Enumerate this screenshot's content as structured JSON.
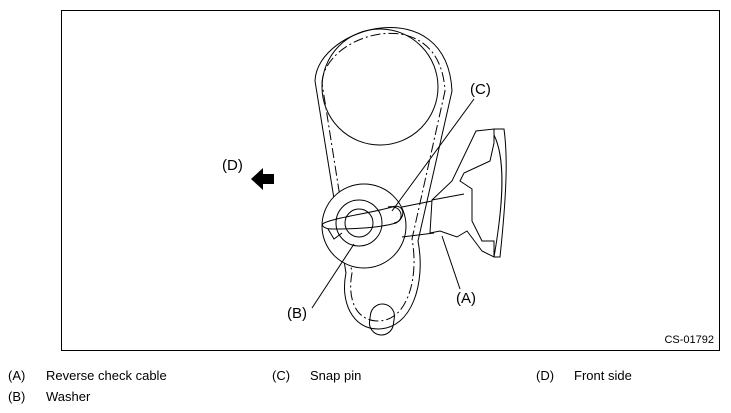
{
  "figure": {
    "code": "CS-01792",
    "callouts": {
      "A": "(A)",
      "B": "(B)",
      "C": "(C)",
      "D": "(D)"
    }
  },
  "legend": [
    {
      "key": "(A)",
      "text": "Reverse check cable"
    },
    {
      "key": "(B)",
      "text": "Washer"
    },
    {
      "key": "(C)",
      "text": "Snap pin"
    },
    {
      "key": "(D)",
      "text": "Front side"
    }
  ]
}
